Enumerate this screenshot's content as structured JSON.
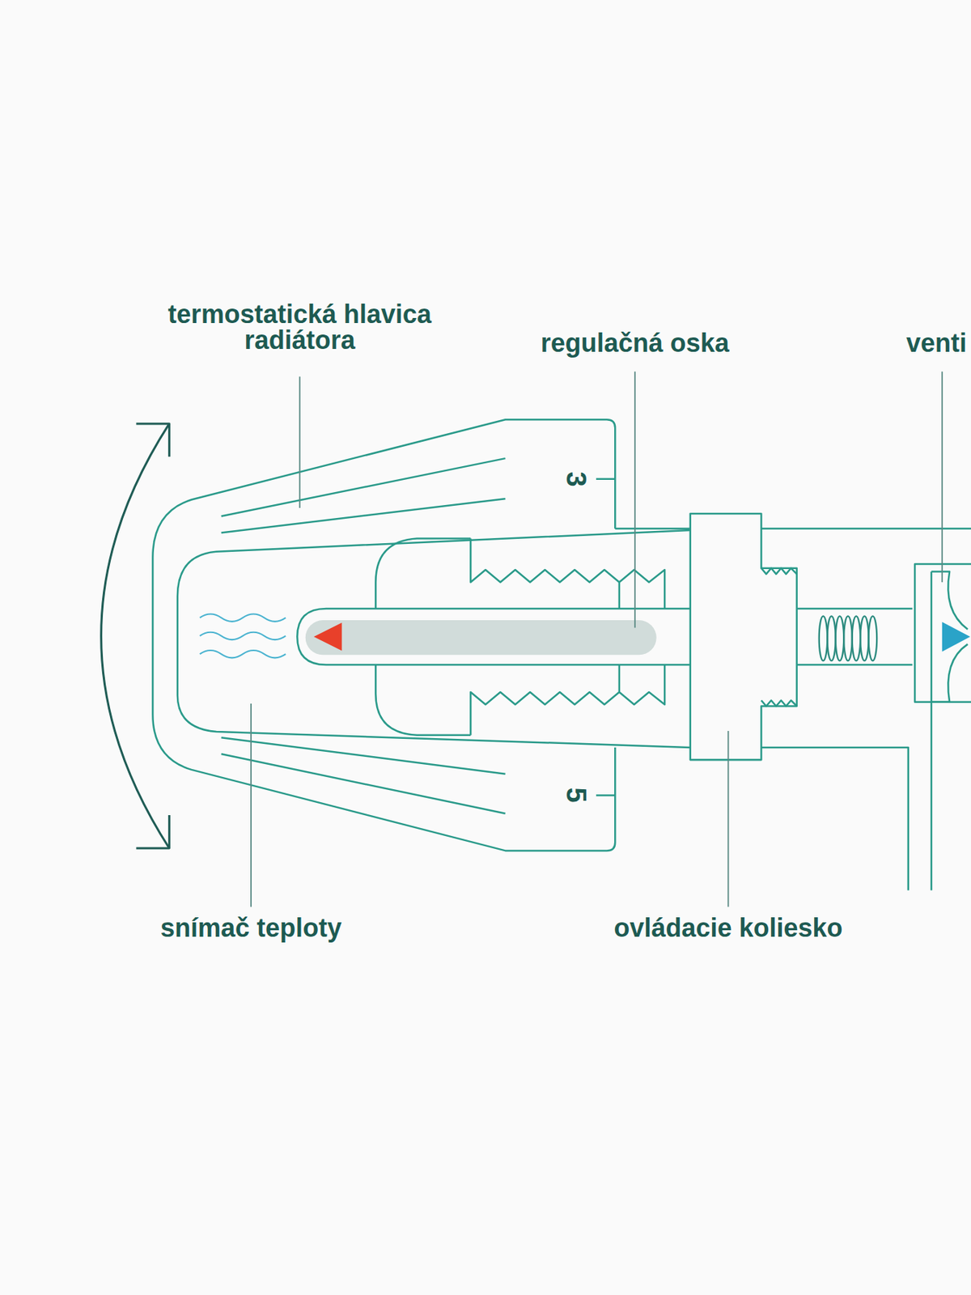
{
  "diagram": {
    "labels": [
      "termostatická hlavica radiátora",
      "regulačná oska",
      "venti",
      "snímač teploty",
      "ovládacie koliesko",
      "3",
      "5"
    ]
  }
}
